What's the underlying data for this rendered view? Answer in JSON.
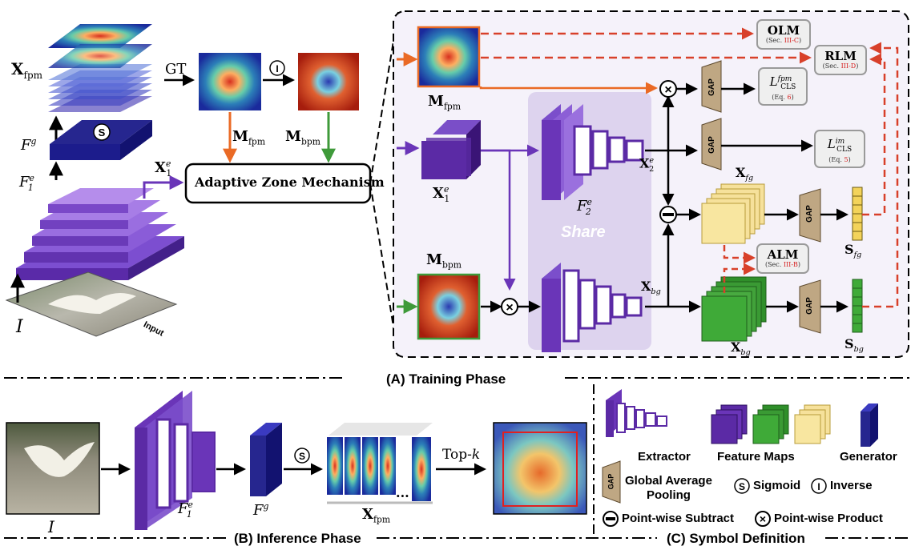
{
  "colors": {
    "purple_dark": "#4b1a8a",
    "purple_mid": "#6a35b8",
    "purple_light": "#8f66d6",
    "navy": "#1c1c8c",
    "orange": "#ea6a25",
    "green": "#3f9a3a",
    "red_dash": "#d8402a",
    "share_bg": "#ddd3ee",
    "tan": "#bfa783",
    "yellow": "#f8e6a0",
    "feature_green": "#3faa38"
  },
  "training": {
    "section_title": "(A) Training Phase",
    "x_fpm": "X",
    "x_fpm_sub": "fpm",
    "gt_label": "GT",
    "f_g": "F",
    "f_g_sup": "g",
    "f1e": "F",
    "f1e_sub": "1",
    "f1e_sup": "e",
    "x1e": "X",
    "x1e_sub": "1",
    "x1e_sup": "e",
    "input_image_text": "Input",
    "i_label": "I",
    "m_fpm": "M",
    "m_fpm_sub": "fpm",
    "m_bpm": "M",
    "m_bpm_sub": "bpm",
    "azm": "Adaptive Zone Mechanism",
    "m_fpm_right": "M",
    "m_fpm_right_sub": "fpm",
    "x1e_right": "X",
    "x1e_right_sub": "1",
    "x1e_right_sup": "e",
    "m_bpm_right": "M",
    "m_bpm_right_sub": "bpm",
    "f2e": "F",
    "f2e_sub": "2",
    "f2e_sup": "e",
    "share": "Share",
    "x2e": "X",
    "x2e_sub": "2",
    "x2e_sup": "e",
    "x_bg": "X",
    "x_bg_sub": "bg",
    "x_fg": "X",
    "x_fg_sub": "fg",
    "x_bg2": "X",
    "x_bg2_sub": "bg",
    "s_fg": "S",
    "s_fg_sub": "fg",
    "s_bg": "S",
    "s_bg_sub": "bg",
    "gap": "GAP",
    "olm": {
      "title": "OLM",
      "ref_prefix": "(Sec. ",
      "ref_num": "III-C",
      "ref_suffix": ")"
    },
    "rlm": {
      "title": "RLM",
      "ref_prefix": "(Sec. ",
      "ref_num": "III-D",
      "ref_suffix": ")"
    },
    "alm": {
      "title": "ALM",
      "ref_prefix": "(Sec. ",
      "ref_num": "III-B",
      "ref_suffix": ")"
    },
    "l_fpm": {
      "symbol": "L",
      "sup": "fpm",
      "sub": "CLS",
      "ref_prefix": "(Eq. ",
      "ref_num": "6",
      "ref_suffix": ")"
    },
    "l_im": {
      "symbol": "L",
      "sup": "im",
      "sub": "CLS",
      "ref_prefix": "(Eq. ",
      "ref_num": "5",
      "ref_suffix": ")"
    }
  },
  "inference": {
    "section_title": "(B) Inference Phase",
    "i_label": "I",
    "f1e": "F",
    "f1e_sub": "1",
    "f1e_sup": "e",
    "f_g": "F",
    "f_g_sup": "g",
    "x_fpm": "X",
    "x_fpm_sub": "fpm",
    "topk_prefix": "Top-",
    "topk_k": "k",
    "ellipsis": "..."
  },
  "symbols": {
    "section_title": "(C) Symbol Definition",
    "extractor": "Extractor",
    "feature_maps": "Feature Maps",
    "generator": "Generator",
    "gap_line1": "Global Average",
    "gap_line2": "Pooling",
    "sigmoid": "Sigmoid",
    "inverse": "Inverse",
    "subtract": "Point-wise Subtract",
    "product": "Point-wise Product",
    "sym_s": "S",
    "sym_i": "I"
  }
}
